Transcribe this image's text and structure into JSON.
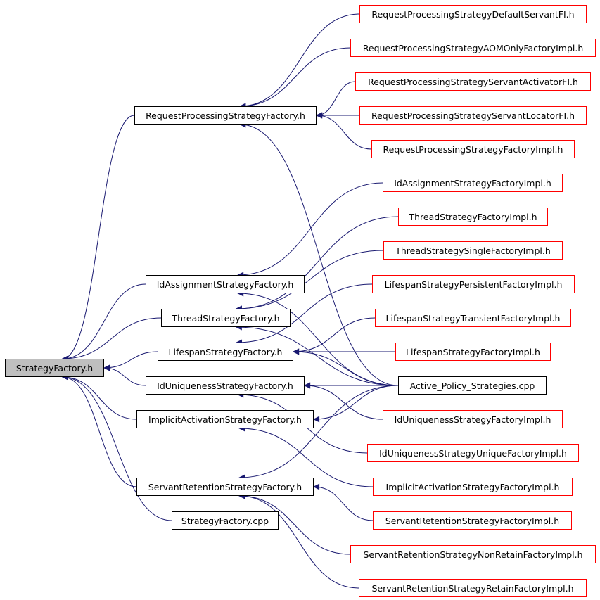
{
  "colors": {
    "edge": "#191970",
    "node_border": "#000000",
    "external_border": "#ff0000",
    "root_fill": "#bfbfbf"
  },
  "nodes": {
    "strategy_factory_h": "StrategyFactory.h",
    "rps_factory_h": "RequestProcessingStrategyFactory.h",
    "rps_default_servant": "RequestProcessingStrategyDefaultServantFI.h",
    "rps_aom_only": "RequestProcessingStrategyAOMOnlyFactoryImpl.h",
    "rps_servant_activator": "RequestProcessingStrategyServantActivatorFI.h",
    "rps_servant_locator": "RequestProcessingStrategyServantLocatorFI.h",
    "rps_factory_impl": "RequestProcessingStrategyFactoryImpl.h",
    "id_assignment_impl": "IdAssignmentStrategyFactoryImpl.h",
    "thread_impl": "ThreadStrategyFactoryImpl.h",
    "thread_single_impl": "ThreadStrategySingleFactoryImpl.h",
    "lifespan_persistent_impl": "LifespanStrategyPersistentFactoryImpl.h",
    "lifespan_transient_impl": "LifespanStrategyTransientFactoryImpl.h",
    "lifespan_impl": "LifespanStrategyFactoryImpl.h",
    "active_policy_cpp": "Active_Policy_Strategies.cpp",
    "id_uniqueness_impl": "IdUniquenessStrategyFactoryImpl.h",
    "id_uniqueness_unique_impl": "IdUniquenessStrategyUniqueFactoryImpl.h",
    "implicit_activation_impl": "ImplicitActivationStrategyFactoryImpl.h",
    "servant_retention_impl": "ServantRetentionStrategyFactoryImpl.h",
    "servant_retention_nonretain_impl": "ServantRetentionStrategyNonRetainFactoryImpl.h",
    "servant_retention_retain_impl": "ServantRetentionStrategyRetainFactoryImpl.h",
    "id_assignment_h": "IdAssignmentStrategyFactory.h",
    "thread_h": "ThreadStrategyFactory.h",
    "lifespan_h": "LifespanStrategyFactory.h",
    "id_uniqueness_h": "IdUniquenessStrategyFactory.h",
    "implicit_activation_h": "ImplicitActivationStrategyFactory.h",
    "servant_retention_h": "ServantRetentionStrategyFactory.h",
    "strategy_factory_cpp": "StrategyFactory.cpp"
  },
  "edges": [
    [
      "rps_factory_h",
      "strategy_factory_h"
    ],
    [
      "id_assignment_h",
      "strategy_factory_h"
    ],
    [
      "thread_h",
      "strategy_factory_h"
    ],
    [
      "lifespan_h",
      "strategy_factory_h"
    ],
    [
      "id_uniqueness_h",
      "strategy_factory_h"
    ],
    [
      "implicit_activation_h",
      "strategy_factory_h"
    ],
    [
      "servant_retention_h",
      "strategy_factory_h"
    ],
    [
      "strategy_factory_cpp",
      "strategy_factory_h"
    ],
    [
      "rps_default_servant",
      "rps_factory_h"
    ],
    [
      "rps_aom_only",
      "rps_factory_h"
    ],
    [
      "rps_servant_activator",
      "rps_factory_h"
    ],
    [
      "rps_servant_locator",
      "rps_factory_h"
    ],
    [
      "rps_factory_impl",
      "rps_factory_h"
    ],
    [
      "active_policy_cpp",
      "rps_factory_h"
    ],
    [
      "id_assignment_impl",
      "id_assignment_h"
    ],
    [
      "active_policy_cpp",
      "id_assignment_h"
    ],
    [
      "thread_impl",
      "thread_h"
    ],
    [
      "thread_single_impl",
      "thread_h"
    ],
    [
      "active_policy_cpp",
      "thread_h"
    ],
    [
      "lifespan_persistent_impl",
      "lifespan_h"
    ],
    [
      "lifespan_transient_impl",
      "lifespan_h"
    ],
    [
      "lifespan_impl",
      "lifespan_h"
    ],
    [
      "active_policy_cpp",
      "lifespan_h"
    ],
    [
      "active_policy_cpp",
      "id_uniqueness_h"
    ],
    [
      "id_uniqueness_impl",
      "id_uniqueness_h"
    ],
    [
      "id_uniqueness_unique_impl",
      "id_uniqueness_h"
    ],
    [
      "active_policy_cpp",
      "implicit_activation_h"
    ],
    [
      "implicit_activation_impl",
      "implicit_activation_h"
    ],
    [
      "active_policy_cpp",
      "servant_retention_h"
    ],
    [
      "servant_retention_impl",
      "servant_retention_h"
    ],
    [
      "servant_retention_nonretain_impl",
      "servant_retention_h"
    ],
    [
      "servant_retention_retain_impl",
      "servant_retention_h"
    ]
  ]
}
